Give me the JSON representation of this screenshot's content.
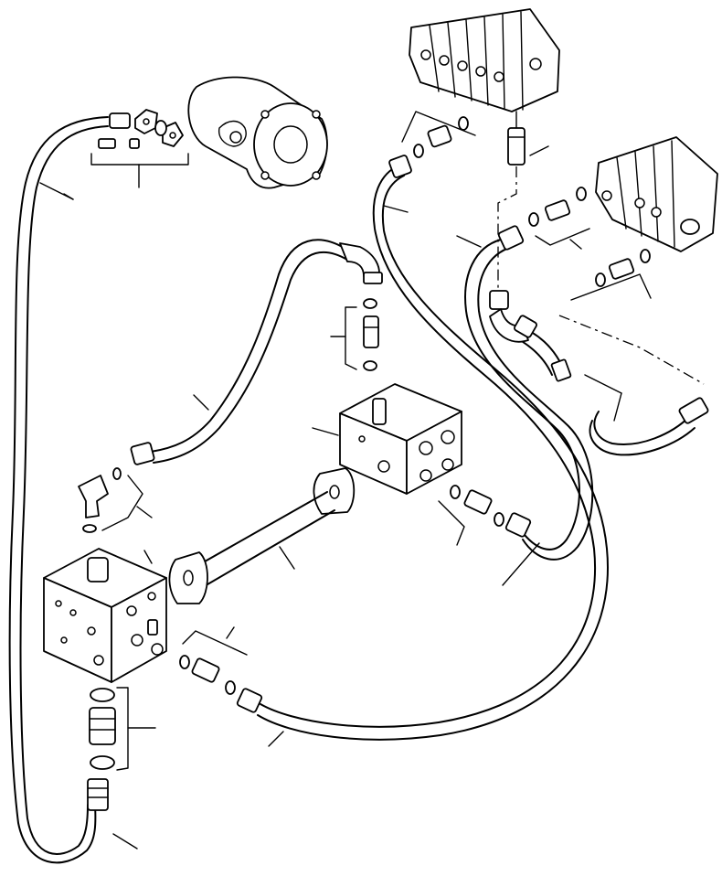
{
  "diagram": {
    "kind": "exploded hydraulic parts illustration",
    "text_labels": [],
    "parts": [
      "control-valve-upper",
      "control-valve-right",
      "hydraulic-pump",
      "flange-clamp-kit",
      "manifold-block-upper",
      "manifold-block-lower",
      "connecting-tube",
      "hose-long-left",
      "hose-middle-loop",
      "hose-center-long",
      "hose-right-upper",
      "hose-right-lower",
      "hose-bottom",
      "elbow-fitting",
      "adapter-fittings",
      "o-rings"
    ]
  }
}
